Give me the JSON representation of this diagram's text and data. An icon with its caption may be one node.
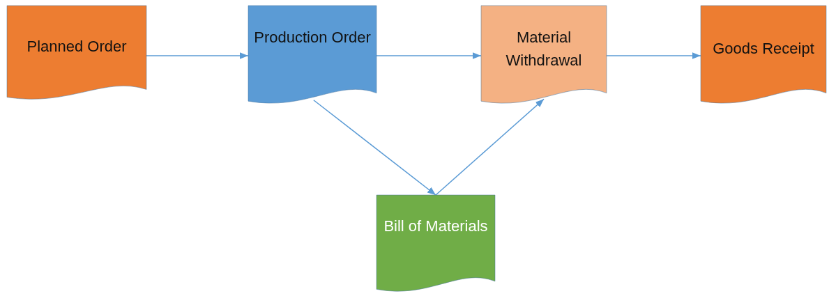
{
  "diagram": {
    "nodes": [
      {
        "text": [
          "Planned Order"
        ]
      },
      {
        "text": [
          "Production Order"
        ]
      },
      {
        "text": [
          "Material Withdrawal"
        ]
      },
      {
        "text": [
          "Goods Receipt"
        ]
      },
      {
        "text": [
          "Bill of Materials"
        ]
      }
    ],
    "edges": [
      {
        "from": 0,
        "to": 1,
        "arrow": "to"
      },
      {
        "from": 1,
        "to": 2,
        "arrow": "to"
      },
      {
        "from": 2,
        "to": 3,
        "arrow": "to"
      },
      {
        "from": 1,
        "to": 4,
        "arrow": "to"
      },
      {
        "from": 4,
        "to": 2,
        "arrow": "to"
      }
    ]
  }
}
